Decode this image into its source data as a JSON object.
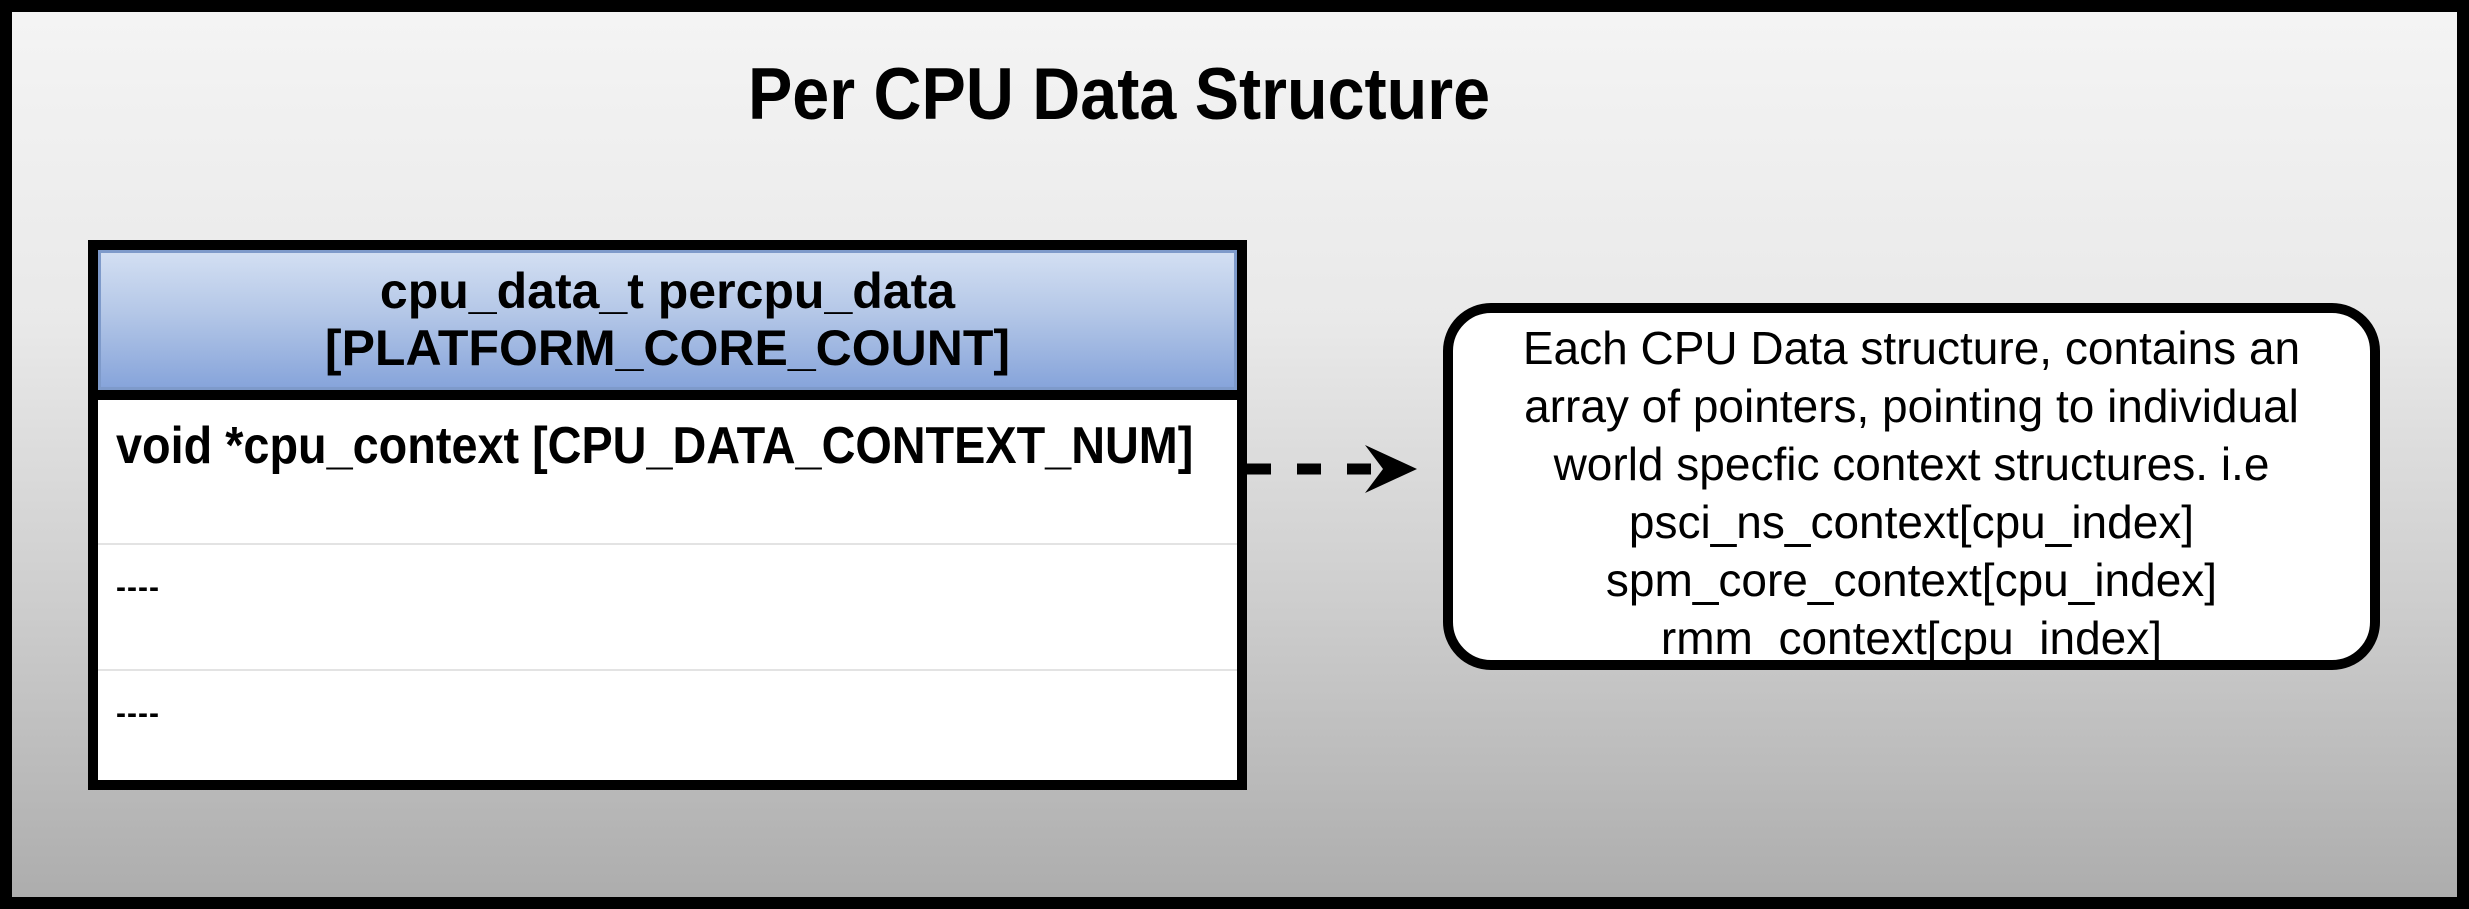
{
  "title": "Per CPU Data Structure",
  "table": {
    "header": {
      "line1": "cpu_data_t percpu_data",
      "line2": "[PLATFORM_CORE_COUNT]"
    },
    "rows": [
      "void *cpu_context [CPU_DATA_CONTEXT_NUM]",
      "----",
      "----"
    ]
  },
  "note": {
    "lines": [
      "Each CPU Data structure, contains an",
      "array of pointers, pointing to individual",
      "world specfic context structures. i.e",
      "psci_ns_context[cpu_index]",
      "spm_core_context[cpu_index]",
      "rmm_context[cpu_index]"
    ]
  },
  "colors": {
    "header_gradient_top": "#d4e0f3",
    "header_gradient_bottom": "#85a3da",
    "header_inner_edge": "#7e9aca",
    "background_top": "#f4f4f4",
    "background_bottom": "#adadad",
    "border": "#000000",
    "box_fill": "#ffffff",
    "row_separator": "#e3e3e3",
    "text": "#000000"
  }
}
